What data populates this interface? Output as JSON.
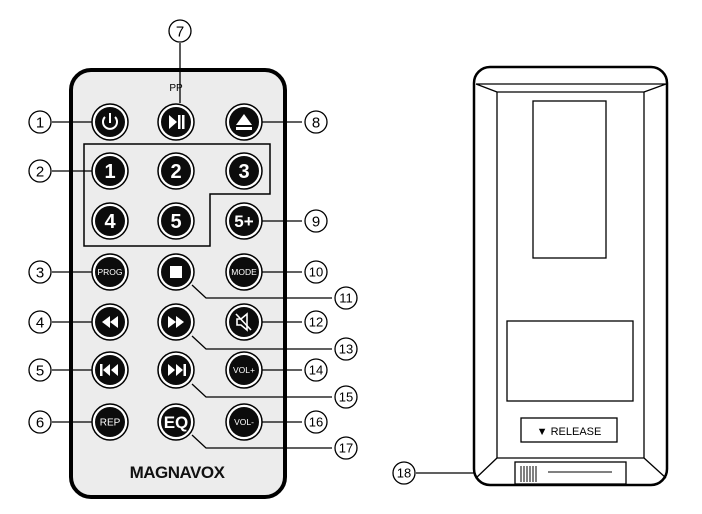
{
  "front": {
    "brand": "MAGNAVOX",
    "pp_label": "PP",
    "buttons": [
      {
        "id": "power",
        "label": "",
        "glyph": "power-icon"
      },
      {
        "id": "play-pause",
        "label": "",
        "glyph": "play-pause-icon"
      },
      {
        "id": "eject",
        "label": "",
        "glyph": "eject-icon"
      },
      {
        "id": "num-1",
        "label": "1",
        "glyph": ""
      },
      {
        "id": "num-2",
        "label": "2",
        "glyph": ""
      },
      {
        "id": "num-3",
        "label": "3",
        "glyph": ""
      },
      {
        "id": "num-4",
        "label": "4",
        "glyph": ""
      },
      {
        "id": "num-5",
        "label": "5",
        "glyph": ""
      },
      {
        "id": "num-5plus",
        "label": "5+",
        "glyph": ""
      },
      {
        "id": "prog",
        "label": "PROG",
        "glyph": ""
      },
      {
        "id": "stop",
        "label": "",
        "glyph": "stop-icon"
      },
      {
        "id": "mode",
        "label": "MODE",
        "glyph": ""
      },
      {
        "id": "rewind",
        "label": "",
        "glyph": "rewind-icon"
      },
      {
        "id": "fast-forward",
        "label": "",
        "glyph": "fast-forward-icon"
      },
      {
        "id": "mute",
        "label": "",
        "glyph": "mute-icon"
      },
      {
        "id": "previous",
        "label": "",
        "glyph": "skip-previous-icon"
      },
      {
        "id": "next",
        "label": "",
        "glyph": "skip-next-icon"
      },
      {
        "id": "vol-up",
        "label": "VOL+",
        "glyph": ""
      },
      {
        "id": "rep",
        "label": "REP",
        "glyph": ""
      },
      {
        "id": "eq",
        "label": "EQ",
        "glyph": ""
      },
      {
        "id": "vol-down",
        "label": "VOL-",
        "glyph": ""
      }
    ]
  },
  "back": {
    "release_label": "▼  RELEASE"
  },
  "callouts": [
    "1",
    "2",
    "3",
    "4",
    "5",
    "6",
    "7",
    "8",
    "9",
    "10",
    "11",
    "12",
    "13",
    "14",
    "15",
    "16",
    "17",
    "18"
  ]
}
